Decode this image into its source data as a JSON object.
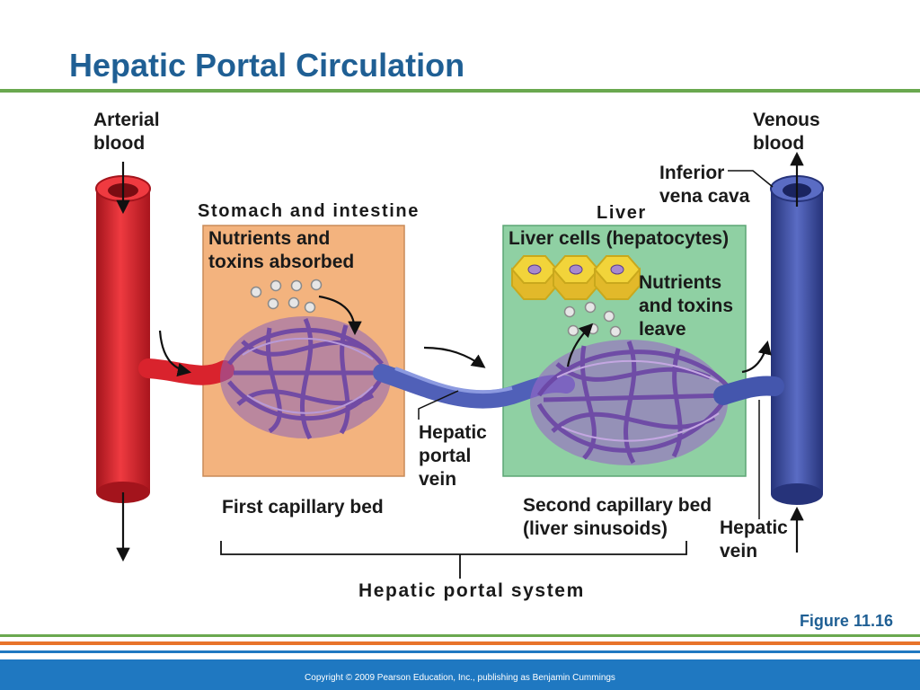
{
  "slide": {
    "title": "Hepatic Portal Circulation",
    "figure": "Figure 11.16",
    "copyright": "Copyright © 2009 Pearson Education, Inc., publishing as Benjamin Cummings"
  },
  "labels": {
    "arterial_blood": "Arterial\nblood",
    "venous_blood": "Venous\nblood",
    "inferior_vena_cava": "Inferior\nvena cava",
    "stomach_intestine": "Stomach and intestine",
    "liver": "Liver",
    "nutrients_absorbed": "Nutrients and\ntoxins absorbed",
    "liver_cells": "Liver cells (hepatocytes)",
    "nutrients_leave": "Nutrients\nand toxins\nleave",
    "hepatic_portal_vein": "Hepatic\nportal\nvein",
    "first_capillary_bed": "First capillary bed",
    "second_capillary_bed": "Second capillary bed\n(liver sinusoids)",
    "hepatic_vein": "Hepatic\nvein",
    "hepatic_portal_system": "Hepatic portal system"
  },
  "colors": {
    "title": "#1f5f94",
    "artery": "#d9232d",
    "vein": "#3b4fa8",
    "capillary": "#8a63b8",
    "stomach_box": "#f3b37e",
    "liver_box": "#8fd0a3",
    "hepatocyte": "#f2d43a",
    "footer": "#1f78c1"
  }
}
